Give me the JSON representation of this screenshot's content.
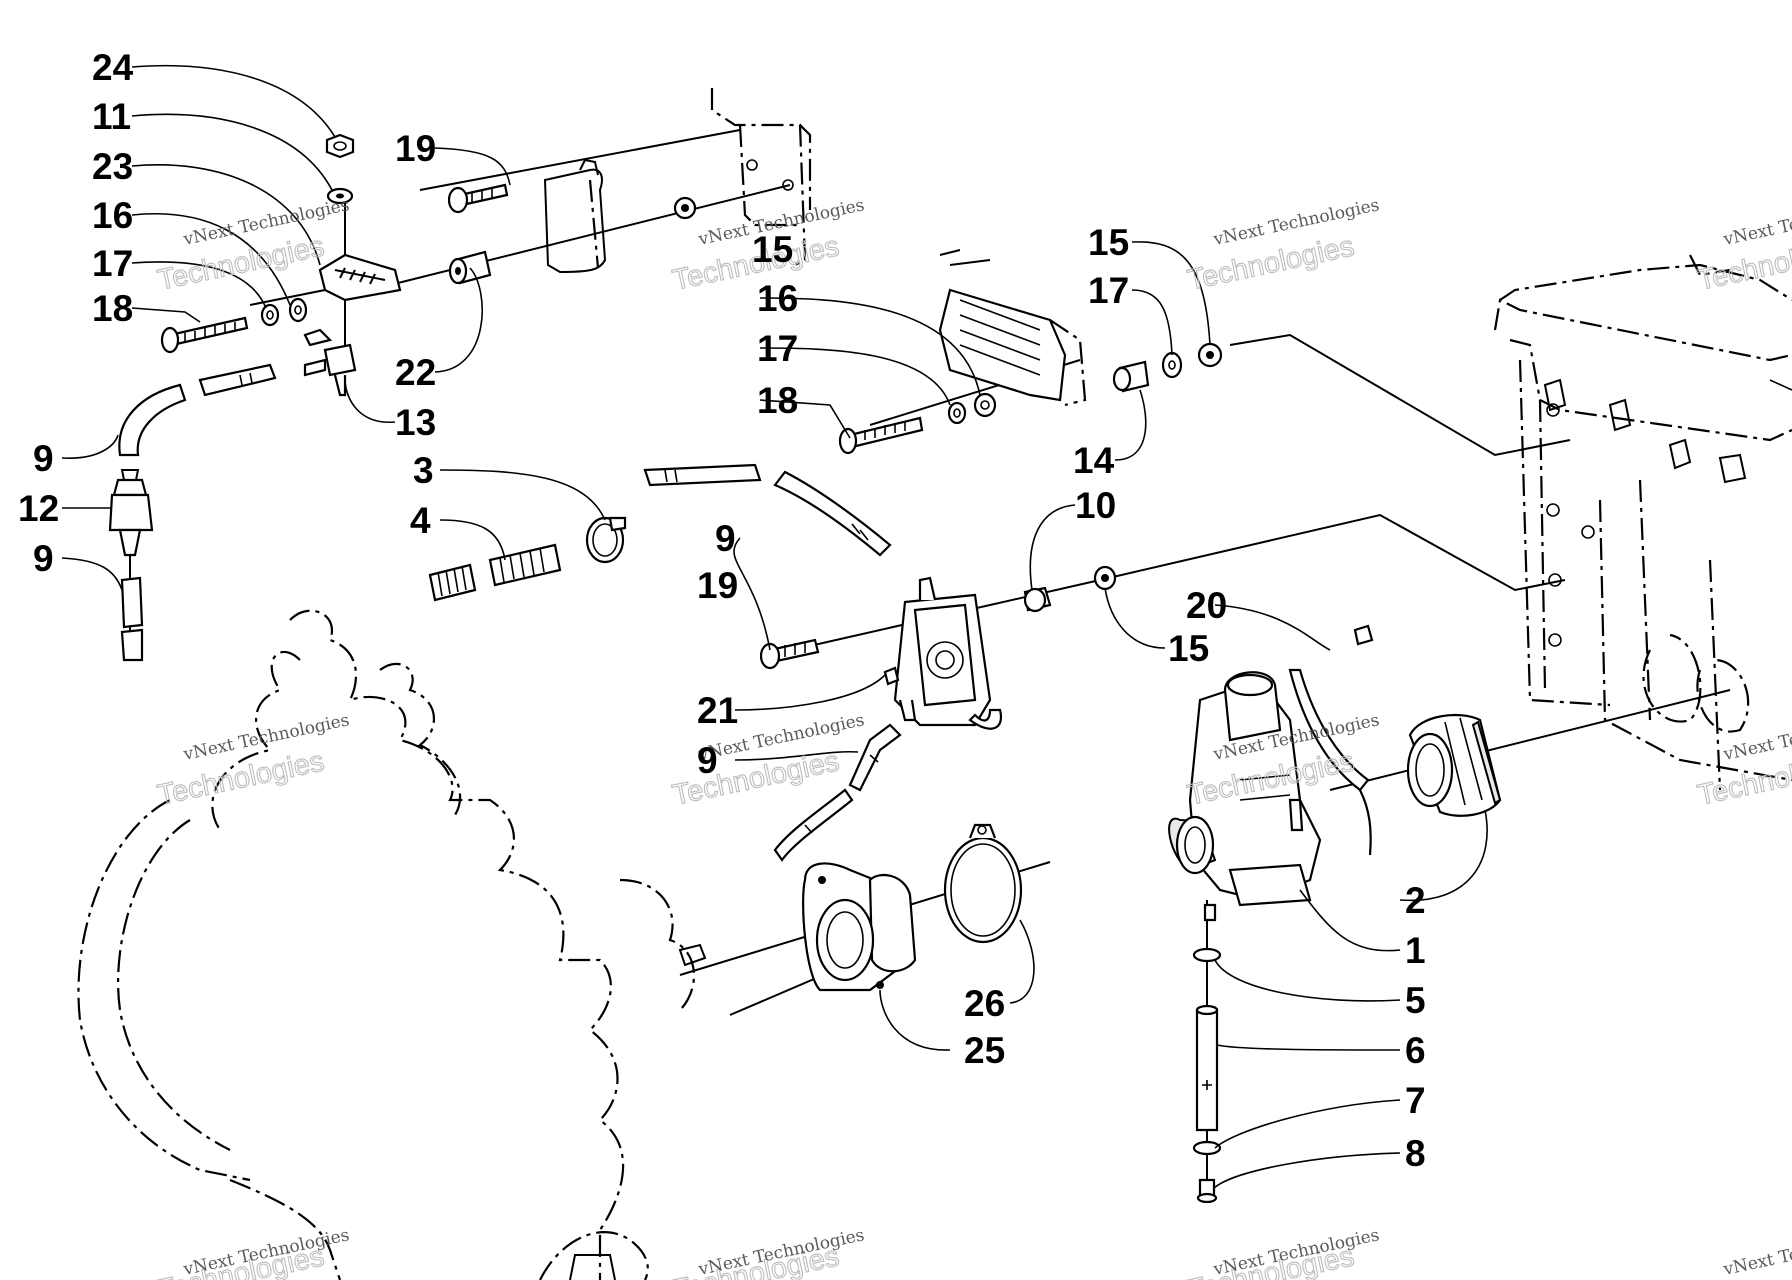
{
  "diagram": {
    "callouts": [
      "24",
      "11",
      "23",
      "16",
      "17",
      "18",
      "19",
      "22",
      "13",
      "9",
      "12",
      "9",
      "3",
      "4",
      "15",
      "16",
      "17",
      "18",
      "15",
      "17",
      "14",
      "10",
      "9",
      "19",
      "15",
      "20",
      "21",
      "9",
      "2",
      "1",
      "5",
      "6",
      "7",
      "8",
      "26",
      "25"
    ],
    "watermark_line1": "vNext Technologies",
    "watermark_line2": "Technologies"
  }
}
